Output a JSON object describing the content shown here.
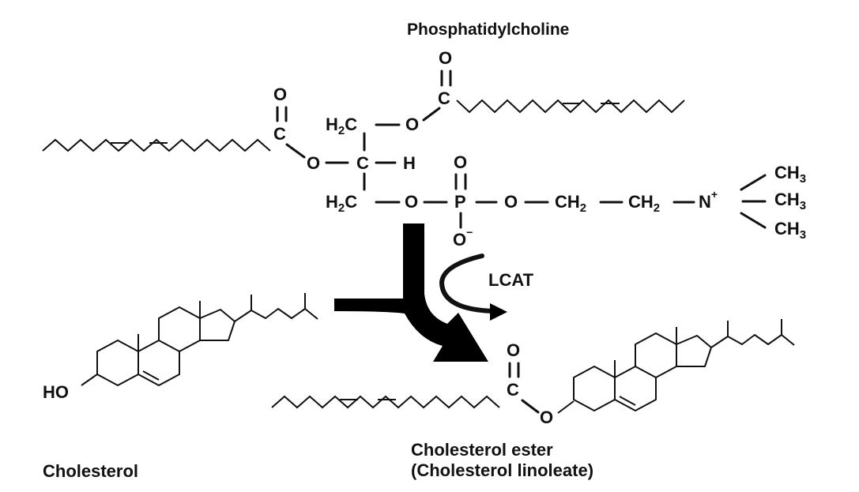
{
  "labels": {
    "phosphatidylcholine": "Phosphatidylcholine",
    "lcat": "LCAT",
    "cholesterol": "Cholesterol",
    "ester_line1": "Cholesterol ester",
    "ester_line2": "(Cholesterol linoleate)"
  },
  "atoms": {
    "oxygen": "O",
    "carbon": "C",
    "hydrogen": "H",
    "phosphorus": "P",
    "nitrogen": "N",
    "h2": "H",
    "two": "2",
    "ch": "CH",
    "three": "3",
    "minus": "−",
    "plus": "+",
    "ho": "HO"
  }
}
